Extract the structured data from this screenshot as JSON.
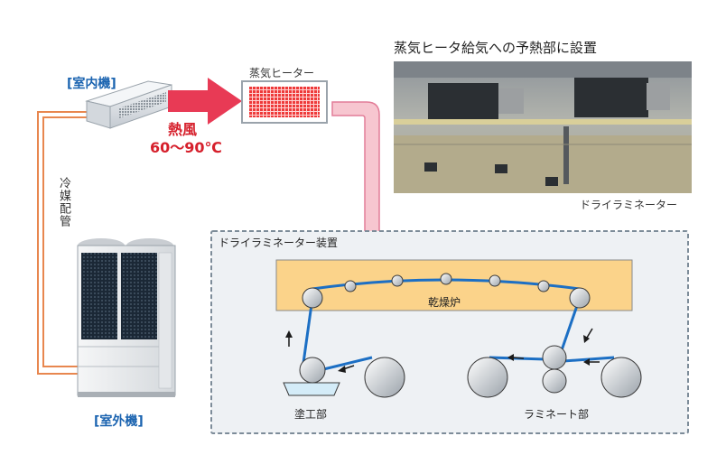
{
  "labels": {
    "indoor_unit": "[室内機]",
    "outdoor_unit": "[室外機]",
    "refrigerant_pipe": "冷媒配管",
    "hot_air_1": "熱風",
    "hot_air_2": "60～90℃",
    "steam_heater": "蒸気ヒーター",
    "photo_title": "蒸気ヒータ給気への予熱部に設置",
    "photo_caption": "ドライラミネーター",
    "apparatus_title": "ドライラミネーター装置",
    "drying_oven": "乾燥炉",
    "coating_section": "塗工部",
    "laminate_section": "ラミネート部"
  },
  "colors": {
    "pipe": "#e8874f",
    "hot_arrow": "#e83a55",
    "pink_arrow_fill": "#f7c6d0",
    "pink_arrow_stroke": "#e27d98",
    "heater_red": "#ee3a3a",
    "oven_fill": "#fbd38a",
    "apparatus_bg": "#eef1f4",
    "apparatus_border": "#7d8c99",
    "web_line": "#1c6fc4",
    "label_blue": "#1a63b0",
    "label_red": "#d6202c"
  },
  "icons": {
    "indoor": "indoor-ac-unit-icon",
    "outdoor": "outdoor-unit-icon",
    "heater": "steam-heater-icon"
  }
}
